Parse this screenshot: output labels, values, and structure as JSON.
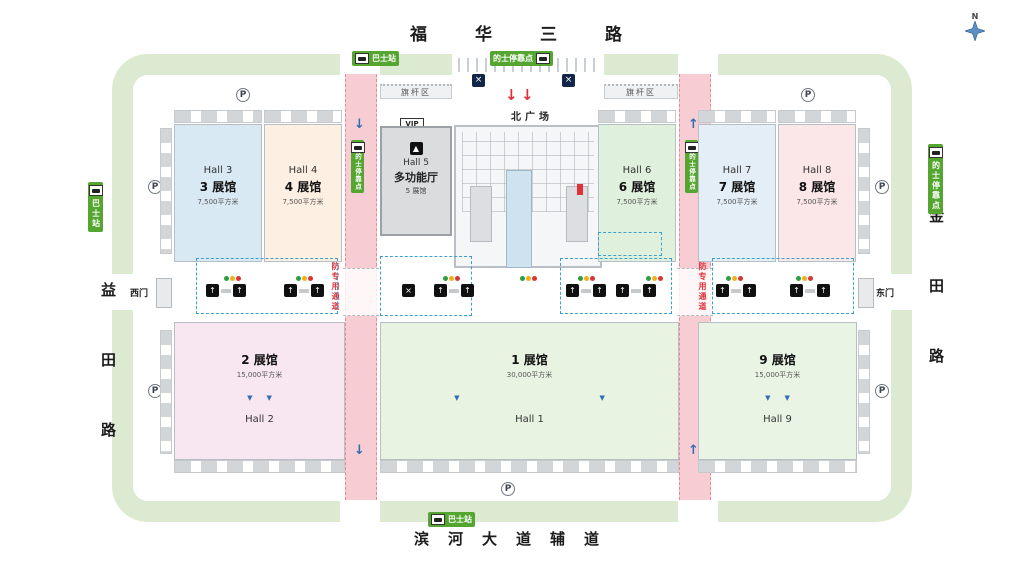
{
  "palette": {
    "grass": "#dcead2",
    "road_pink": "#f7cdd3",
    "badge_green": "#55a630",
    "accent_red": "#e0313a",
    "accent_blue": "#2f6eb5",
    "dashed_blue": "#3aa0d0"
  },
  "roads": {
    "top": "福华三路",
    "bottom": "滨河大道辅道",
    "left": "益田路",
    "right": "金田路"
  },
  "stations": {
    "bus": "巴士站",
    "taxi": "的士停靠点"
  },
  "plaza": {
    "north": "北广场",
    "flag_area": "旗杆区"
  },
  "gates": {
    "west": "西门",
    "east": "东门"
  },
  "fire_lane": "消防专用通道",
  "vip_label": "VIP",
  "parking_symbol": "P",
  "compass_n": "N",
  "icons": {
    "down_arrow": "↓",
    "up_arrow": "↑",
    "gate_cross": "×",
    "elevator": "▲",
    "vent": "▼"
  },
  "halls": [
    {
      "en": "Hall 3",
      "cn": "3 展馆",
      "area": "7,500平方米",
      "color": "#d9e9f4"
    },
    {
      "en": "Hall 4",
      "cn": "4 展馆",
      "area": "7,500平方米",
      "color": "#fdf0e2"
    },
    {
      "en": "Hall 5",
      "cn": "多功能厅",
      "sub": "5 展馆",
      "color": "#dadcdd"
    },
    {
      "en": "Hall 6",
      "cn": "6 展馆",
      "area": "7,500平方米",
      "color": "#dff0dc"
    },
    {
      "en": "Hall 7",
      "cn": "7 展馆",
      "area": "7,500平方米",
      "color": "#e3eef6"
    },
    {
      "en": "Hall 8",
      "cn": "8 展馆",
      "area": "7,500平方米",
      "color": "#fbe6e8"
    },
    {
      "en": "Hall 2",
      "cn": "2 展馆",
      "area": "15,000平方米",
      "color": "#f8e6f0"
    },
    {
      "en": "Hall 1",
      "cn": "1 展馆",
      "area": "30,000平方米",
      "color": "#e8f3e2"
    },
    {
      "en": "Hall 9",
      "cn": "9 展馆",
      "area": "15,000平方米",
      "color": "#eaf4e4"
    }
  ]
}
